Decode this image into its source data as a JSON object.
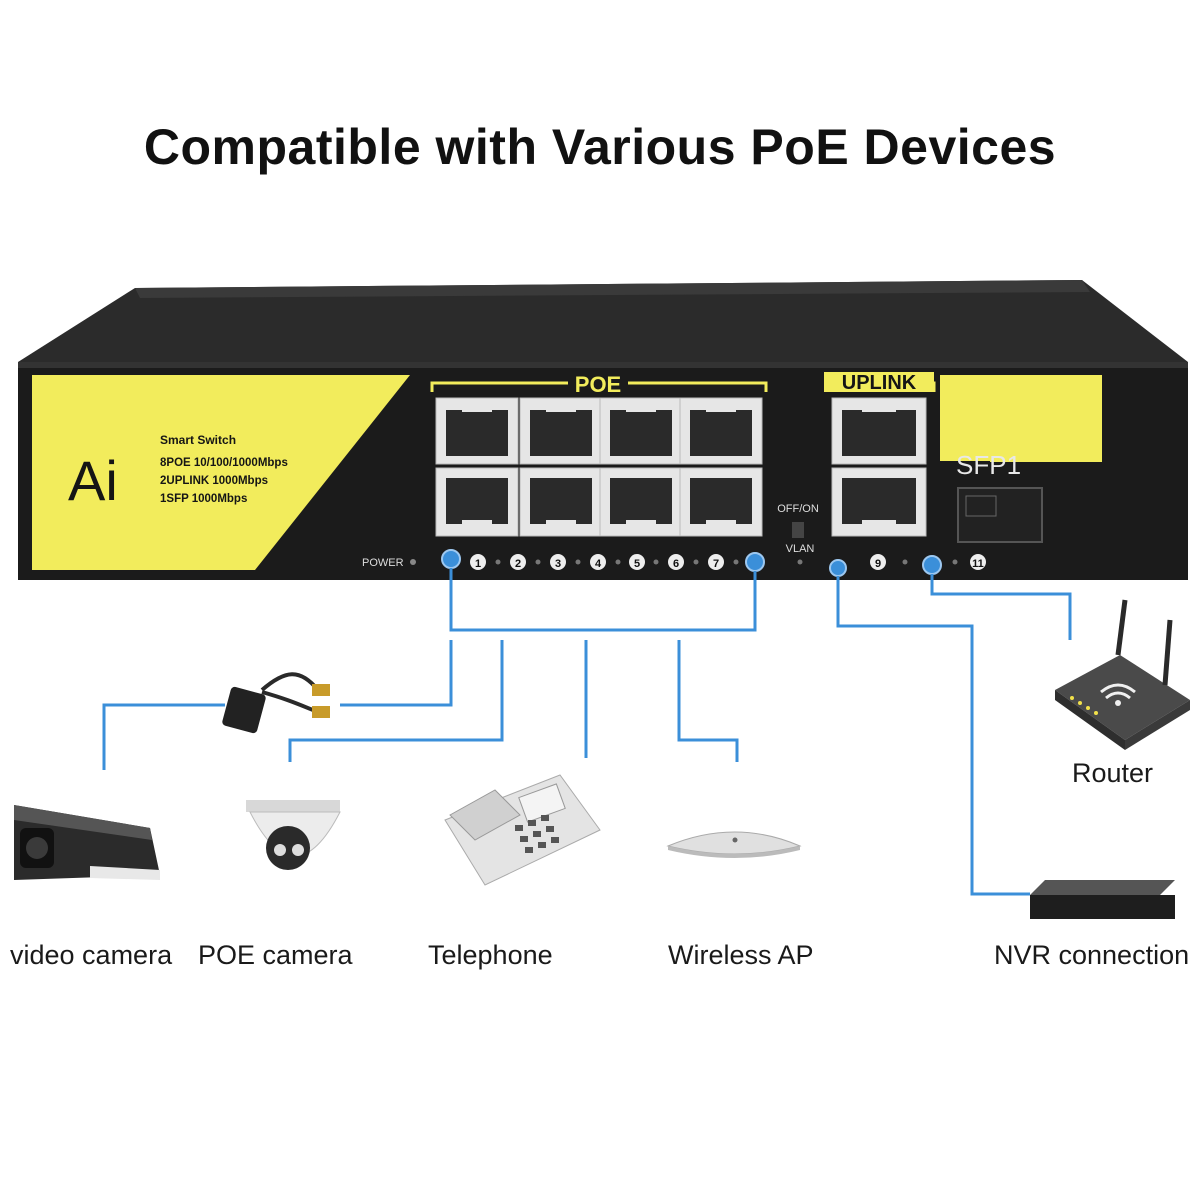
{
  "title": "Compatible with Various PoE Devices",
  "switch": {
    "brand": "Ai",
    "model": "Smart Switch",
    "specs": [
      "8POE 10/100/1000Mbps",
      "2UPLINK 1000Mbps",
      "1SFP 1000Mbps"
    ],
    "poe_group_label": "POE",
    "uplink_group_label": "UPLINK",
    "sfp_label": "SFP1",
    "power_label": "POWER",
    "switch_label_top": "OFF/ON",
    "switch_label_bottom": "VLAN",
    "port_numbers": [
      "1",
      "2",
      "3",
      "4",
      "5",
      "6",
      "7",
      "9",
      "11"
    ],
    "colors": {
      "yellow_panel": "#f2ec5c",
      "body": "#1b1b1b",
      "link": "#3b8fd9"
    }
  },
  "devices": {
    "video_camera": "video camera",
    "poe_camera": "POE camera",
    "telephone": "Telephone",
    "wireless_ap": "Wireless AP",
    "router": "Router",
    "nvr": "NVR connection"
  }
}
